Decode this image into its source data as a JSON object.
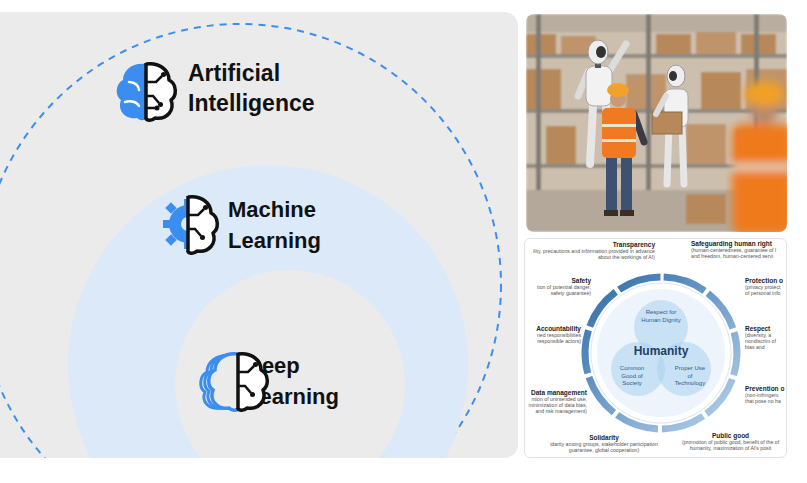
{
  "diagram": {
    "nodes": [
      {
        "text": [
          "Artificial Intelligence"
        ]
      },
      {
        "text": [
          "Machine Learning"
        ],
        "in": 0
      },
      {
        "text": [
          "Deep Learning"
        ],
        "in": 1
      },
      {
        "text": [
          "Humanity"
        ]
      },
      {
        "text": [
          "Respect for Human Dignity"
        ],
        "in": 3
      },
      {
        "text": [
          "Common Good of Society"
        ],
        "in": 3
      },
      {
        "text": [
          "Proper Use of Technology"
        ],
        "in": 3
      }
    ],
    "labels": [
      "Transparency",
      "ility, precautions and information provided in advance about the workings of AI)",
      "Safeguarding human right",
      "(human-centeredness, guarantee of l and freedom, human-centered servi",
      "Safety",
      "tion of potential danger, safety guarantee)",
      "Protection o",
      "(privacy protect of personal info",
      "Accountability",
      "ned responsibilities responsible actors)",
      "Respect",
      "(diversity, a nondiscrim of bias and",
      "Data management",
      "ntion of unintended use, minimization of data bias, and risk management)",
      "Prevention o",
      "(non-infringem that pose no ha",
      "Solidarity",
      "idarity among groups, stakeholder participation guarantee, global cooperation)",
      "Public good",
      "(promotion of public good, benefit of the of humanity, maximization of AI's posit"
    ]
  }
}
